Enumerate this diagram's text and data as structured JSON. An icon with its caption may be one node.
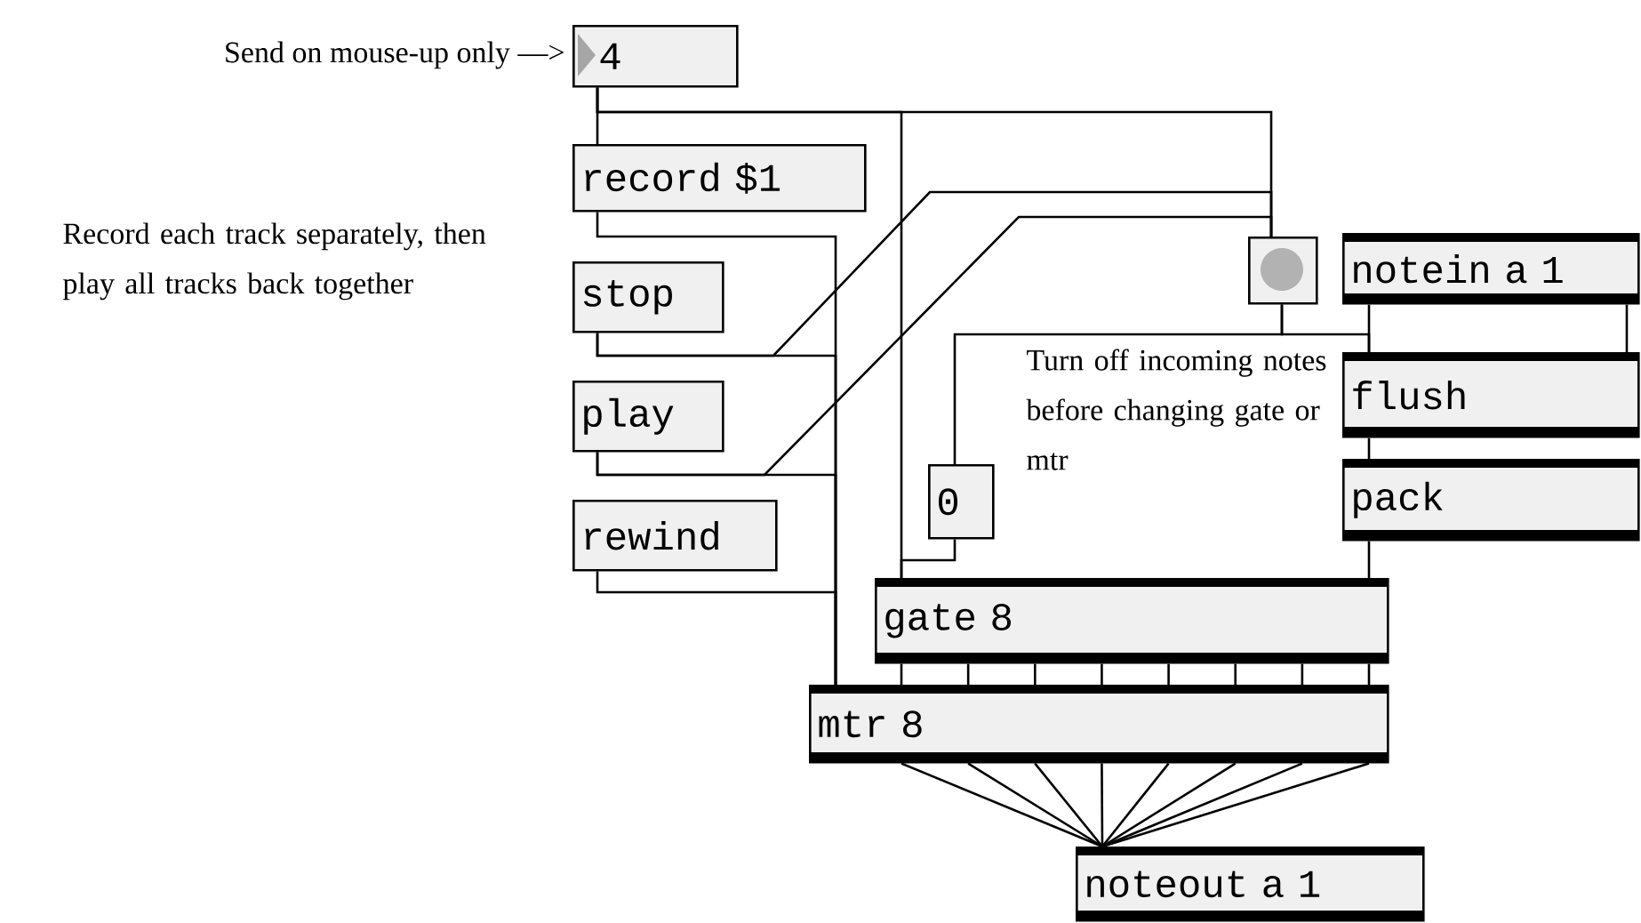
{
  "diagram": {
    "nodes": [
      {
        "text": [
          "4"
        ]
      },
      {
        "text": [
          "record $1"
        ]
      },
      {
        "text": [
          "stop"
        ]
      },
      {
        "text": [
          "play"
        ]
      },
      {
        "text": [
          "rewind"
        ]
      },
      {
        "text": [],
        "shape": "box"
      },
      {
        "text": [
          "notein a 1"
        ]
      },
      {
        "text": [
          "flush"
        ]
      },
      {
        "text": [
          "pack"
        ]
      },
      {
        "text": [
          "0"
        ]
      },
      {
        "text": [
          "gate 8"
        ]
      },
      {
        "text": [
          "mtr 8"
        ]
      },
      {
        "text": [
          "noteout a 1"
        ]
      }
    ],
    "edges": [
      {
        "from": 0,
        "to": 1,
        "arrow": "none"
      },
      {
        "from": 0,
        "to": 5,
        "arrow": "none"
      },
      {
        "from": 0,
        "to": 10,
        "arrow": "none"
      },
      {
        "from": 1,
        "to": 11,
        "arrow": "none"
      },
      {
        "from": 2,
        "to": 11,
        "arrow": "none"
      },
      {
        "from": 3,
        "to": 11,
        "arrow": "none"
      },
      {
        "from": 4,
        "to": 11,
        "arrow": "none"
      },
      {
        "from": 2,
        "to": 5,
        "arrow": "none"
      },
      {
        "from": 3,
        "to": 5,
        "arrow": "none"
      },
      {
        "from": 5,
        "to": 9,
        "arrow": "none"
      },
      {
        "from": 5,
        "to": 7,
        "arrow": "none"
      },
      {
        "from": 6,
        "to": 7,
        "arrow": "none"
      },
      {
        "from": 6,
        "to": 7,
        "arrow": "none"
      },
      {
        "from": 7,
        "to": 8,
        "arrow": "none"
      },
      {
        "from": 8,
        "to": 10,
        "arrow": "none"
      },
      {
        "from": 9,
        "to": 10,
        "arrow": "none"
      },
      {
        "from": 10,
        "to": 11,
        "arrow": "none"
      },
      {
        "from": 10,
        "to": 11,
        "arrow": "none"
      },
      {
        "from": 10,
        "to": 11,
        "arrow": "none"
      },
      {
        "from": 10,
        "to": 11,
        "arrow": "none"
      },
      {
        "from": 10,
        "to": 11,
        "arrow": "none"
      },
      {
        "from": 10,
        "to": 11,
        "arrow": "none"
      },
      {
        "from": 10,
        "to": 11,
        "arrow": "none"
      },
      {
        "from": 10,
        "to": 11,
        "arrow": "none"
      },
      {
        "from": 11,
        "to": 12,
        "arrow": "none"
      },
      {
        "from": 11,
        "to": 12,
        "arrow": "none"
      },
      {
        "from": 11,
        "to": 12,
        "arrow": "none"
      },
      {
        "from": 11,
        "to": 12,
        "arrow": "none"
      },
      {
        "from": 11,
        "to": 12,
        "arrow": "none"
      },
      {
        "from": 11,
        "to": 12,
        "arrow": "none"
      },
      {
        "from": 11,
        "to": 12,
        "arrow": "none"
      },
      {
        "from": 11,
        "to": 12,
        "arrow": "none"
      }
    ],
    "labels": [
      "Send on mouse-up only —>",
      "Record each track separately, then play all tracks back together",
      "Turn off incoming notes before changing gate or mtr"
    ]
  }
}
